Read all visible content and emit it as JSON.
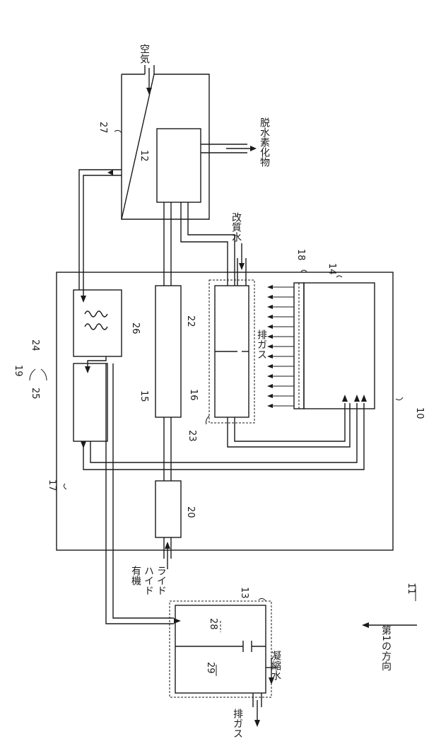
{
  "labels": {
    "air": "空気",
    "dehydrogenated": "脱水素化物",
    "reforming_water": "改質水",
    "exhaust_gas_internal": "排ガス",
    "organic_hydride_line1": "有機",
    "organic_hydride_line2": "ハイド",
    "organic_hydride_line3": "ライド",
    "condensed_water": "凝縮水",
    "exhaust_gas_out": "排ガス",
    "first_direction": "第1の方向"
  },
  "refs": {
    "r10": "10",
    "r11": "11",
    "r12": "12",
    "r13": "13",
    "r14": "14",
    "r15": "15",
    "r16": "16",
    "r17": "17",
    "r18": "18",
    "r19": "19",
    "r20": "20",
    "r22": "22",
    "r23": "23",
    "r24": "24",
    "r25": "25",
    "r26": "26",
    "r27": "27",
    "r28": "28",
    "r29": "29"
  }
}
